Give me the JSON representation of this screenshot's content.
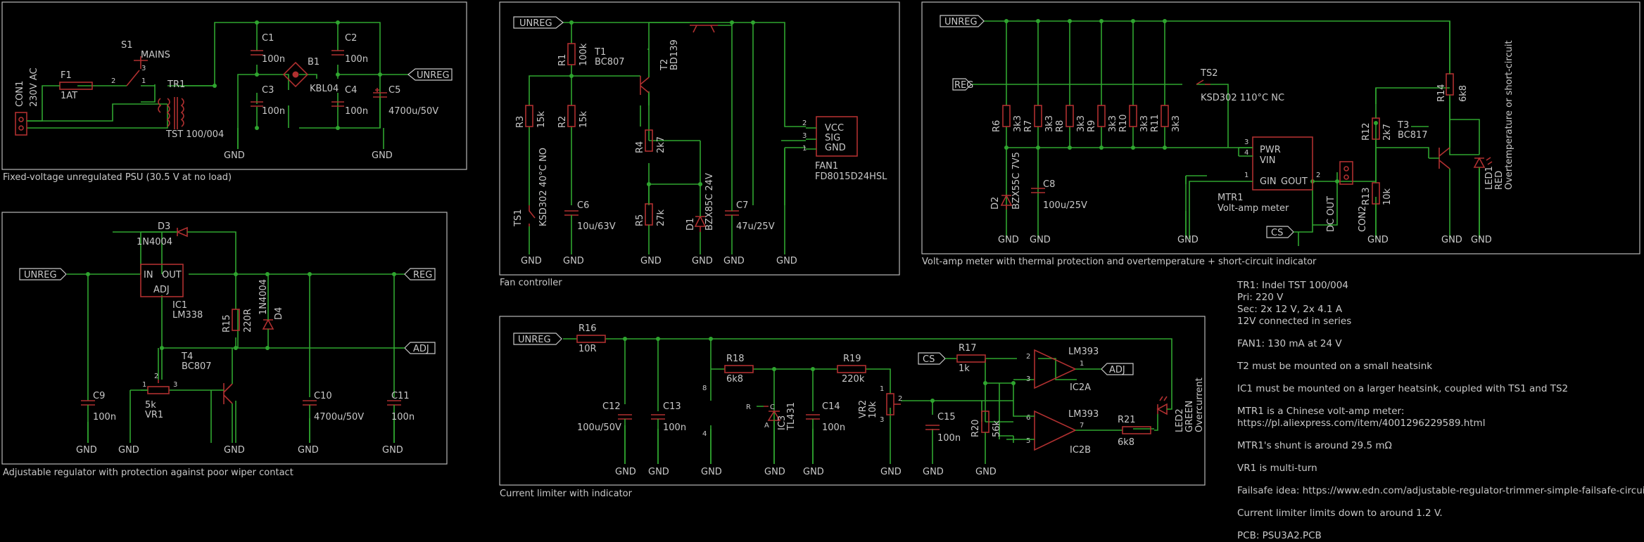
{
  "sheets": {
    "psu": {
      "caption": "Fixed-voltage unregulated PSU (30.5 V at no load)",
      "con1": "CON1",
      "con1_val": "230V AC",
      "f1": "F1",
      "f1_val": "1AT",
      "s1": "S1",
      "s1_val": "MAINS",
      "tr1": "TR1",
      "tr1_val": "TST 100/004",
      "c1": "C1",
      "c1_val": "100n",
      "c2": "C2",
      "c2_val": "100n",
      "c3": "C3",
      "c3_val": "100n",
      "c4": "C4",
      "c4_val": "100n",
      "c5": "C5",
      "c5_val": "4700u/50V",
      "b1": "B1",
      "b1_val": "KBL04",
      "net_unreg": "UNREG",
      "gnd": "GND"
    },
    "fan": {
      "caption": "Fan controller",
      "net_unreg": "UNREG",
      "r1": "R1",
      "r1_val": "100k",
      "t1": "T1",
      "t1_val": "BC807",
      "t2": "T2",
      "t2_val": "BD139",
      "r3": "R3",
      "r3_val": "15k",
      "r2": "R2",
      "r2_val": "15k",
      "r4": "R4",
      "r4_val": "2k7",
      "r5": "R5",
      "r5_val": "27k",
      "ts1": "TS1",
      "ts1_val": "KSD302 40°C NO",
      "c6": "C6",
      "c6_val": "10u/63V",
      "d1": "D1",
      "d1_val": "BZX85C 24V",
      "c7": "C7",
      "c7_val": "47u/25V",
      "fan1": "FAN1",
      "fan1_val": "FD8015D24HSL",
      "fan_vcc": "VCC",
      "fan_sig": "SIG",
      "fan_gnd": "GND",
      "gnd": "GND"
    },
    "meter": {
      "caption": "Volt-amp meter with thermal protection and overtemperature + short-circuit indicator",
      "net_unreg": "UNREG",
      "net_reg": "REG",
      "net_cs": "CS",
      "ts2": "TS2",
      "ts2_val": "KSD302 110°C NC",
      "r6": "R6",
      "r7": "R7",
      "r8": "R8",
      "r9": "R9",
      "r10": "R10",
      "r11": "R11",
      "r_val": "3k3",
      "d2": "D2",
      "d2_val": "BZX55C 7V5",
      "c8": "C8",
      "c8_val": "100u/25V",
      "mtr1": "MTR1",
      "mtr1_val": "Volt-amp meter",
      "mtr_pwr": "PWR",
      "mtr_vin": "VIN",
      "mtr_gin": "GIN",
      "mtr_gout": "GOUT",
      "con2": "CON2",
      "con2_val": "DC OUT",
      "r12": "R12",
      "r12_val": "2k7",
      "r13": "R13",
      "r13_val": "10k",
      "t3": "T3",
      "t3_val": "BC817",
      "r14": "R14",
      "r14_val": "6k8",
      "led1": "LED1",
      "led1_col": "RED",
      "led1_val": "Overtemperature or short-circuit",
      "gnd": "GND"
    },
    "adj": {
      "caption": "Adjustable regulator with protection against poor wiper contact",
      "net_unreg": "UNREG",
      "net_reg": "REG",
      "net_adj": "ADJ",
      "d3": "D3",
      "d3_val": "1N4004",
      "ic1": "IC1",
      "ic1_val": "LM338",
      "ic_in": "IN",
      "ic_out": "OUT",
      "ic_adj": "ADJ",
      "r15": "R15",
      "r15_val": "220R",
      "d4": "D4",
      "d4_val": "1N4004",
      "t4": "T4",
      "t4_val": "BC807",
      "vr1": "VR1",
      "vr1_val": "5k",
      "c9": "C9",
      "c9_val": "100n",
      "c10": "C10",
      "c10_val": "4700u/50V",
      "c11": "C11",
      "c11_val": "100n",
      "gnd": "GND"
    },
    "limiter": {
      "caption": "Current limiter with indicator",
      "net_unreg": "UNREG",
      "net_cs": "CS",
      "net_adj": "ADJ",
      "r16": "R16",
      "r16_val": "10R",
      "c12": "C12",
      "c12_val": "100u/50V",
      "c13": "C13",
      "c13_val": "100n",
      "r18": "R18",
      "r18_val": "6k8",
      "ic3": "IC3",
      "ic3_val": "TL431",
      "c14": "C14",
      "c14_val": "100n",
      "r19": "R19",
      "r19_val": "220k",
      "vr2": "VR2",
      "vr2_val": "10k",
      "c15": "C15",
      "c15_val": "100n",
      "r17": "R17",
      "r17_val": "1k",
      "r20": "R20",
      "r20_val": "56k",
      "ic2a": "IC2A",
      "ic2b": "IC2B",
      "ic2_val": "LM393",
      "r21": "R21",
      "r21_val": "6k8",
      "led2": "LED2",
      "led2_col": "GREEN",
      "led2_val": "Overcurrent",
      "gnd": "GND"
    }
  },
  "notes": [
    "TR1: Indel TST 100/004",
    "Pri: 220 V",
    "Sec: 2x 12 V, 2x 4.1 A",
    "12V connected in series",
    "FAN1: 130 mA at 24 V",
    "T2 must be mounted on a small heatsink",
    "IC1 must be mounted on a larger heatsink, coupled with TS1 and TS2",
    "MTR1 is a Chinese volt-amp meter:",
    "https://pl.aliexpress.com/item/4001296229589.html",
    "MTR1's shunt is around 29.5 mΩ",
    "VR1 is multi-turn",
    "Failsafe idea: https://www.edn.com/adjustable-regulator-trimmer-simple-failsafe-circuit/",
    "Current limiter limits down to around 1.2 V.",
    "PCB: PSU3A2.PCB"
  ],
  "colors": {
    "wire": "#2fa52f",
    "part": "#b03030",
    "text": "#c8c8c8",
    "frame": "#b8b8b8",
    "background": "#000000"
  }
}
